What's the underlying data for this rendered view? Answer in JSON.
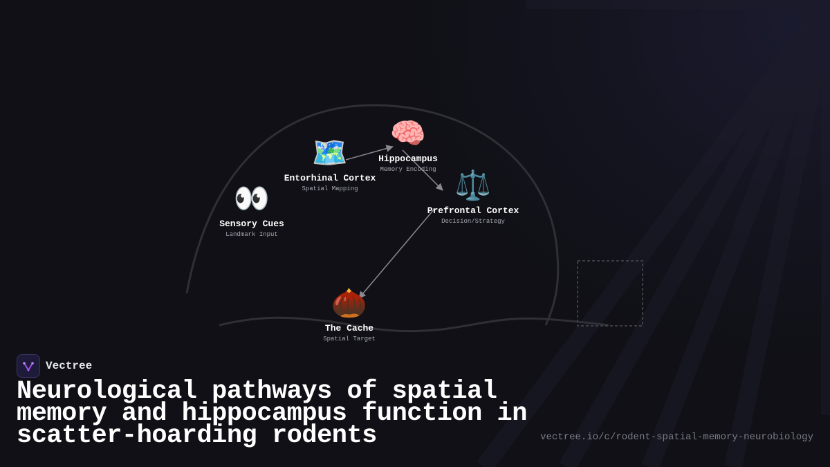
{
  "brand": {
    "name": "Vectree",
    "accent": "#a855f7"
  },
  "headline": "Neurological pathways of spatial memory and hippocampus function in scatter-hoarding rodents",
  "url": "vectree.io/c/rodent-spatial-memory-neurobiology",
  "nodes": {
    "sensory": {
      "icon": "eyes-icon",
      "emoji": "👀",
      "title": "Sensory Cues",
      "subtitle": "Landmark Input"
    },
    "entorhinal": {
      "icon": "map-icon",
      "emoji": "🗺️",
      "title": "Entorhinal Cortex",
      "subtitle": "Spatial Mapping"
    },
    "hippocampus": {
      "icon": "brain-icon",
      "emoji": "🧠",
      "title": "Hippocampus",
      "subtitle": "Memory Encoding"
    },
    "prefrontal": {
      "icon": "scales-icon",
      "emoji": "⚖️",
      "title": "Prefrontal Cortex",
      "subtitle": "Decision/Strategy"
    },
    "cache": {
      "icon": "chestnut-icon",
      "emoji": "🌰",
      "title": "The Cache",
      "subtitle": "Spatial Target"
    }
  },
  "colors": {
    "background": "#101016",
    "outline": "#2e2e34",
    "arrow": "#8a8a90"
  }
}
